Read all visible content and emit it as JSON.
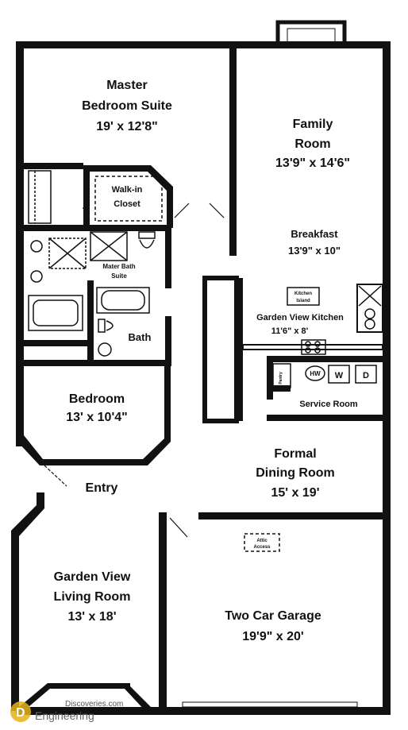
{
  "rooms": {
    "master": {
      "name1": "Master",
      "name2": "Bedroom Suite",
      "dims": "19' x 12'8\""
    },
    "walkin": {
      "name1": "Walk-in",
      "name2": "Closet"
    },
    "mater_bath": {
      "name1": "Mater Bath",
      "name2": "Suite"
    },
    "bath": {
      "name": "Bath"
    },
    "family": {
      "name1": "Family",
      "name2": "Room",
      "dims": "13'9\" x 14'6\""
    },
    "breakfast": {
      "name": "Breakfast",
      "dims": "13'9\" x 10\""
    },
    "kitchen_island": {
      "name1": "Kitchen",
      "name2": "Island"
    },
    "kitchen": {
      "name": "Garden View Kitchen",
      "dims": "11'6\" x 8'"
    },
    "pantry": {
      "name": "Pantry"
    },
    "appliances": {
      "hw": "HW",
      "w": "W",
      "d": "D"
    },
    "service": {
      "name": "Service Room"
    },
    "bedroom": {
      "name": "Bedroom",
      "dims": "13' x 10'4\""
    },
    "entry": {
      "name": "Entry"
    },
    "dining": {
      "name1": "Formal",
      "name2": "Dining Room",
      "dims": "15' x 19'"
    },
    "attic": {
      "name1": "Attic",
      "name2": "Access"
    },
    "living": {
      "name1": "Garden View",
      "name2": "Living Room",
      "dims": "13' x 18'"
    },
    "garage": {
      "name": "Two Car Garage",
      "dims": "19'9\" x 20'"
    }
  },
  "watermark": {
    "line1": "Discoveries.com",
    "line2": "Engineering",
    "mark": "D"
  },
  "colors": {
    "wall": "#111111",
    "background": "#ffffff"
  }
}
